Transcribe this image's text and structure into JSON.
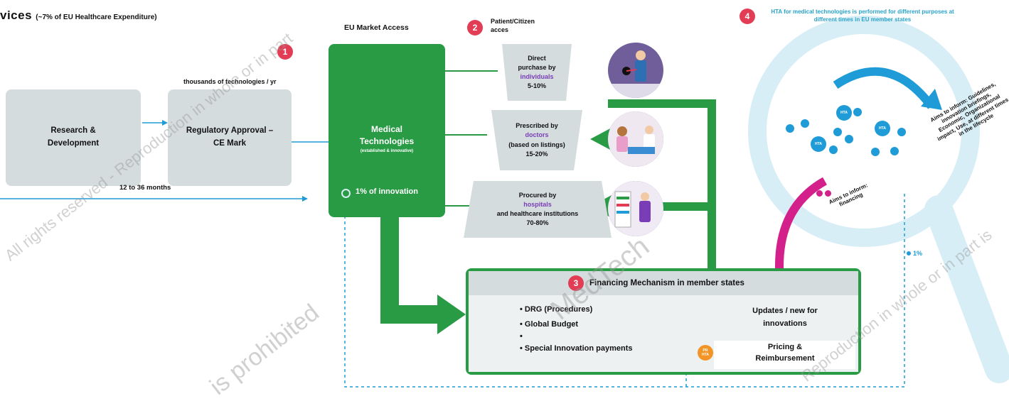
{
  "title": {
    "main": "vices",
    "sub": "(~7% of EU Healthcare Expenditure)"
  },
  "steps": {
    "one": "1",
    "two": "2",
    "three": "3",
    "four": "4"
  },
  "left_flow": {
    "thousands_label": "thousands of technologies / yr",
    "rnd": "Research & Development",
    "regulatory": "Regulatory Approval – CE Mark",
    "timeline": "12 to 36 months"
  },
  "market_access": {
    "header": "EU Market Access",
    "box_title": "Medical Technologies",
    "box_sub": "(established & innovative)",
    "innovation": "1% of innovation"
  },
  "patient_access": {
    "header": "Patient/Citizen acces",
    "channels": [
      {
        "pre": "Direct purchase by",
        "who": "individuals",
        "post": "",
        "pct": "5-10%"
      },
      {
        "pre": "Prescribed by",
        "who": "doctors",
        "post": "(based on listings)",
        "pct": "15-20%"
      },
      {
        "pre": "Procured by",
        "who": "hospitals",
        "post": "and healthcare institutions",
        "pct": "70-80%"
      }
    ]
  },
  "financing": {
    "title": "Financing Mechanism in member states",
    "items": [
      "• DRG (Procedures)",
      "• Global Budget",
      "•",
      "• Special Innovation payments"
    ],
    "updates": "Updates / new for innovations",
    "pricing": "Pricing & Reimbursement",
    "badge": "PR HTA"
  },
  "hta": {
    "description": "HTA for medical technologies is performed for different purposes at different times in EU member states",
    "aims_inform": "Aims to inform: Guidelines, innovation briefings, Economic, Organizational impact, Use, at different times in the lifecycle",
    "aims_financing": "Aims to inform: financing",
    "one_pct": "1%",
    "bubble_label": "HTA"
  },
  "watermarks": [
    "All rights reserved - Reproduction in whole or in part",
    "is prohibited",
    "Reproduction in whole or in part is",
    "MedTech"
  ],
  "colors": {
    "green": "#2a9b45",
    "red": "#e23d55",
    "blue": "#1f9bd7",
    "purple": "#7a3db8",
    "magenta": "#d4208a",
    "grey": "#d4dcde"
  }
}
